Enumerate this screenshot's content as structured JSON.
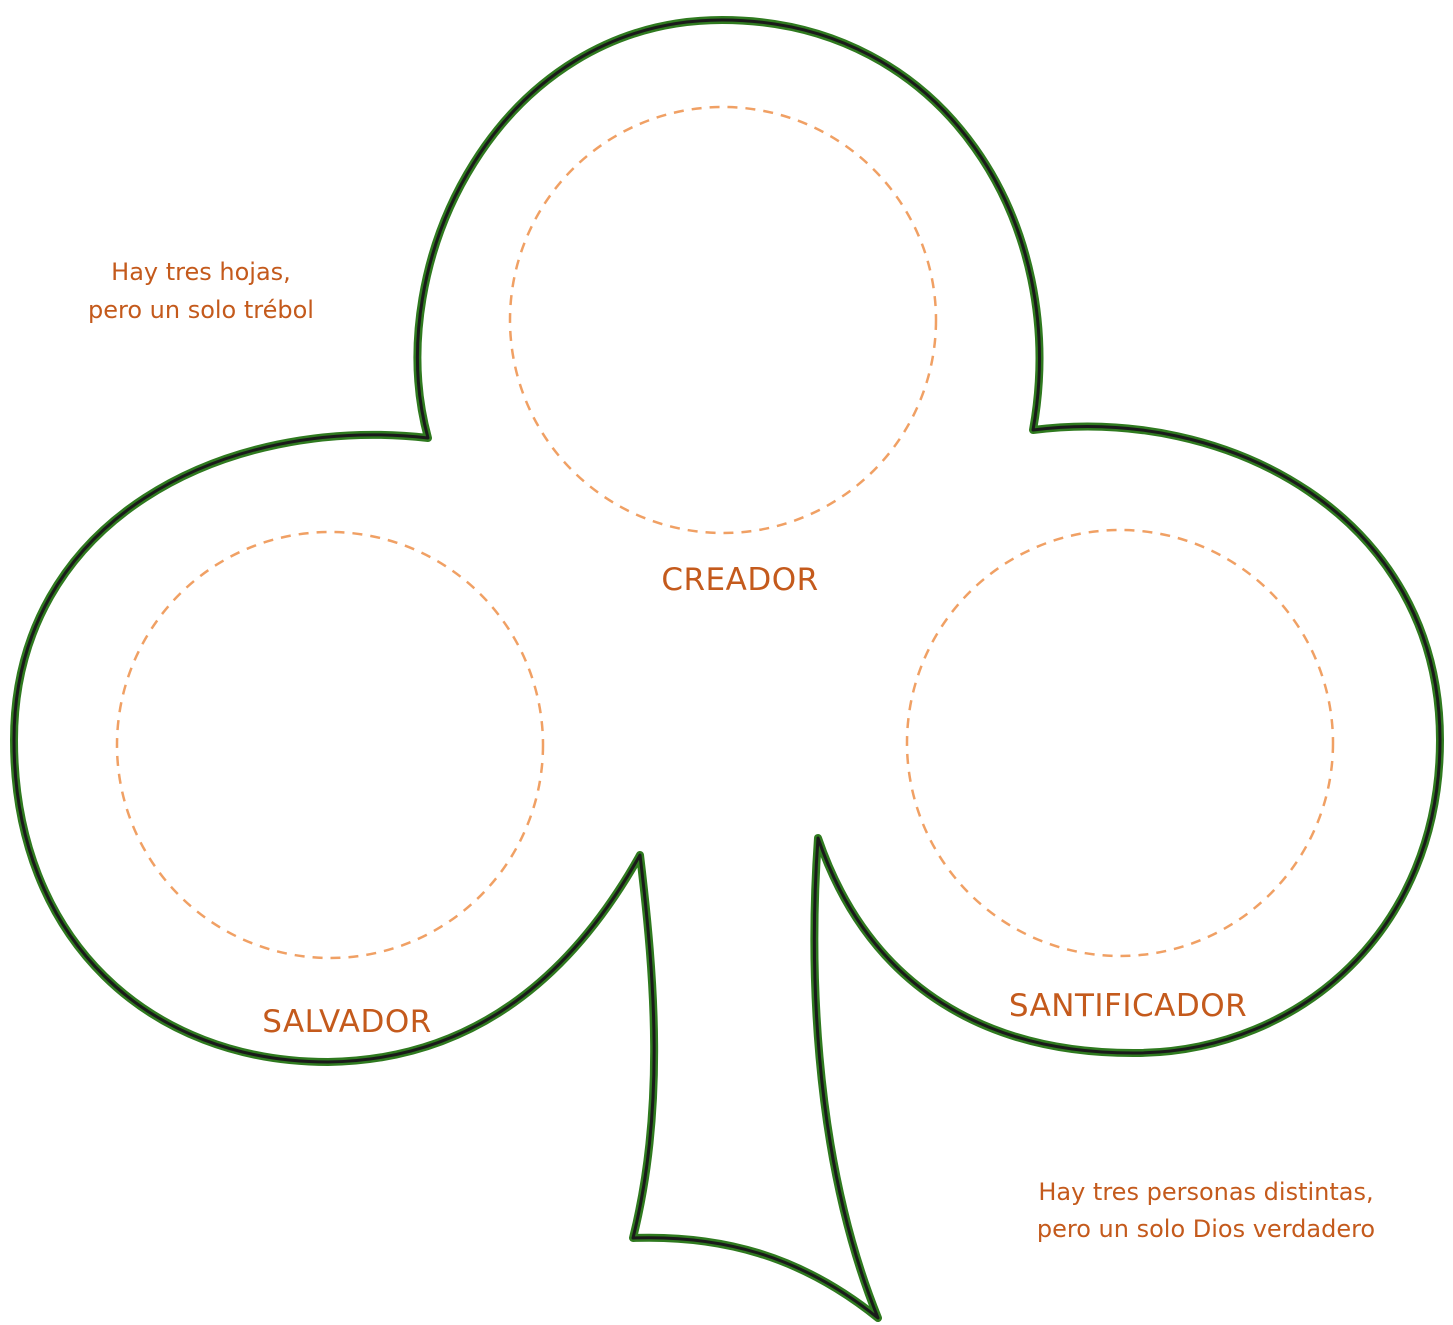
{
  "notes": {
    "top_left": {
      "line1": "Hay tres hojas,",
      "line2": "pero un solo trébol"
    },
    "bottom_right": {
      "line1": "Hay tres personas distintas,",
      "line2": "pero un solo Dios verdadero"
    }
  },
  "leaves": {
    "top": {
      "label": "CREADOR"
    },
    "left": {
      "label": "SALVADOR"
    },
    "right": {
      "label": "SANTIFICADOR"
    }
  },
  "colors": {
    "outline_outer": "#2f7a1f",
    "outline_inner": "#1a1a1a",
    "label_text": "#c45a1c",
    "dashed_circle": "#f0a064"
  },
  "icons": {
    "shape": "clover-icon"
  }
}
